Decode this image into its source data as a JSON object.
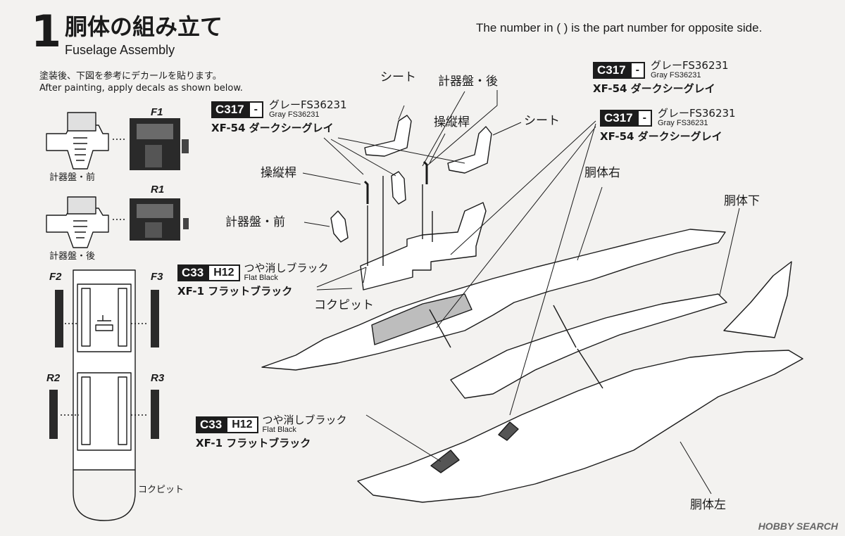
{
  "header": {
    "step_number": "1",
    "title_ja": "胴体の組み立て",
    "title_en": "Fuselage Assembly",
    "note": "The number in ( ) is the part number for opposite side."
  },
  "instruction": {
    "ja": "塗装後、下図を参考にデカールを貼ります。",
    "en": "After painting, apply decals as shown below."
  },
  "decals": {
    "f1": "F1",
    "r1": "R1",
    "f2": "F2",
    "f3": "F3",
    "r2": "R2",
    "r3": "R3",
    "panel_front": "計器盤・前",
    "panel_rear": "計器盤・後",
    "cockpit": "コクピット"
  },
  "paints": {
    "gray": {
      "c_code": "C317",
      "h_code": "-",
      "name_ja": "グレーFS36231",
      "name_en": "Gray FS36231",
      "xf": "XF-54 ダークシーグレイ"
    },
    "black": {
      "c_code": "C33",
      "h_code": "H12",
      "name_ja": "つや消しブラック",
      "name_en": "Flat Black",
      "xf": "XF-1 フラットブラック"
    }
  },
  "parts": {
    "seat": "シート",
    "rear_panel": "計器盤・後",
    "stick": "操縦桿",
    "front_panel": "計器盤・前",
    "cockpit": "コクピット",
    "fuselage_right": "胴体右",
    "fuselage_bottom": "胴体下",
    "fuselage_left": "胴体左"
  },
  "watermark": "HOBBY SEARCH",
  "colors": {
    "background": "#f3f2f0",
    "ink": "#1a1a1a",
    "paint_chip": "#1c1c1c",
    "gray_fill": "#bdbdbd"
  }
}
